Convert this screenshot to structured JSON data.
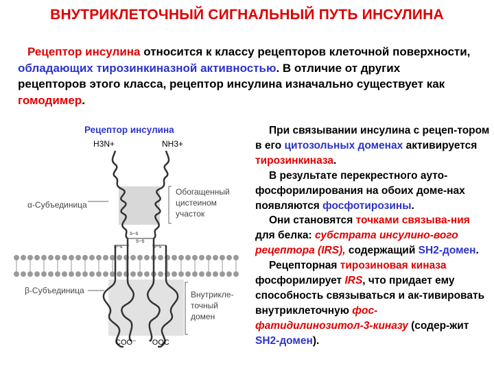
{
  "title": "ВНУТРИКЛЕТОЧНЫЙ СИГНАЛЬНЫЙ ПУТЬ ИНСУЛИНА",
  "intro": {
    "s1": "Рецептор инсулина",
    "s2": " относится к классу рецепторов клеточной поверхности, ",
    "s3": "обладающих тирозинкиназной активностью",
    "s4": ". В отличие от других рецепторов этого класса, рецептор инсулина изначально существует как ",
    "s5": "гомодимер",
    "s6": "."
  },
  "diagram": {
    "title": "Рецептор инсулина",
    "left_terminal": "H3N+",
    "right_terminal": "NH3+",
    "alpha_label": "α-Субъединица",
    "cys_label": [
      "Обогащенный",
      "цистеином",
      "участок"
    ],
    "beta_label": "β-Субъединица",
    "intra_label": [
      "Внутрикле-",
      "точный",
      "домен"
    ],
    "coo_left": "COO⁻",
    "coo_right": "⁻OOC",
    "ss": "s–s",
    "colors": {
      "title": "#2d33c8",
      "accent": "#e00000",
      "membrane": "#9a9a9a",
      "label_gray": "#444444"
    }
  },
  "paragraphs": {
    "p1": {
      "a": "При связывании инсулина с рецеп-тором в его ",
      "b": "цитозольных доменах",
      "c": " активируется ",
      "d": "тирозинкиназа",
      "e": "."
    },
    "p2": {
      "a": "В результате перекрестного ауто-фосфорилирования на обоих доме-нах появляются ",
      "b": "фосфотирозины",
      "c": "."
    },
    "p3": {
      "a": "Они становятся ",
      "b": "точками связыва-ния",
      "c": " для белка: ",
      "d": "субстрата инсулино-вого рецептора (IRS),",
      "e": " содержащий ",
      "f": "SH2-домен",
      "g": "."
    },
    "p4": {
      "a": "Рецепторная ",
      "b": "тирозиновая киназа",
      "c": " фосфорилирует ",
      "d": "IRS",
      "e": ", что придает ему способность связываться и ак-тивировать внутриклеточную ",
      "f": "фос-фатидилинозитол-3-киназу",
      "g": " (содер-жит ",
      "h": "SH2-домен",
      "i": ")."
    }
  }
}
